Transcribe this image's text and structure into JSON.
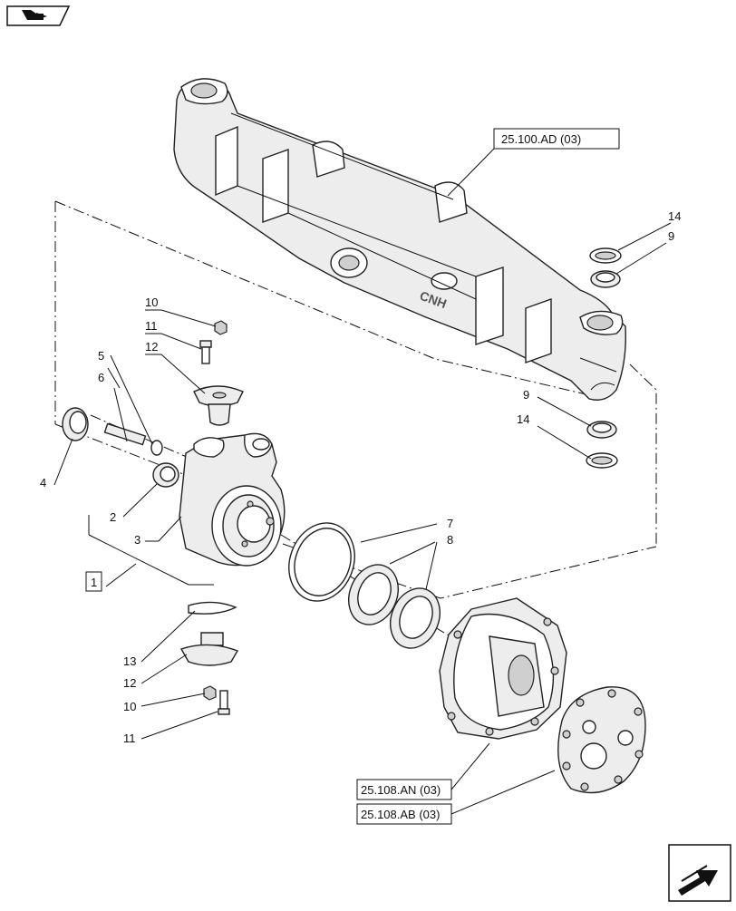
{
  "callouts": {
    "n1": "1",
    "n2": "2",
    "n3": "3",
    "n4": "4",
    "n5": "5",
    "n6": "6",
    "n7": "7",
    "n8": "8",
    "n9a": "9",
    "n9b": "9",
    "n10a": "10",
    "n10b": "10",
    "n11a": "11",
    "n11b": "11",
    "n12a": "12",
    "n12b": "12",
    "n13": "13",
    "n14a": "14",
    "n14b": "14"
  },
  "references": {
    "axle": "25.100.AD (03)",
    "hub": "25.108.AN (03)",
    "planetary": "25.108.AB (03)"
  },
  "axle_logo": "CNH",
  "icons": {
    "top_left": "book-arrow-icon",
    "bottom_right": "next-page-arrow-icon"
  }
}
